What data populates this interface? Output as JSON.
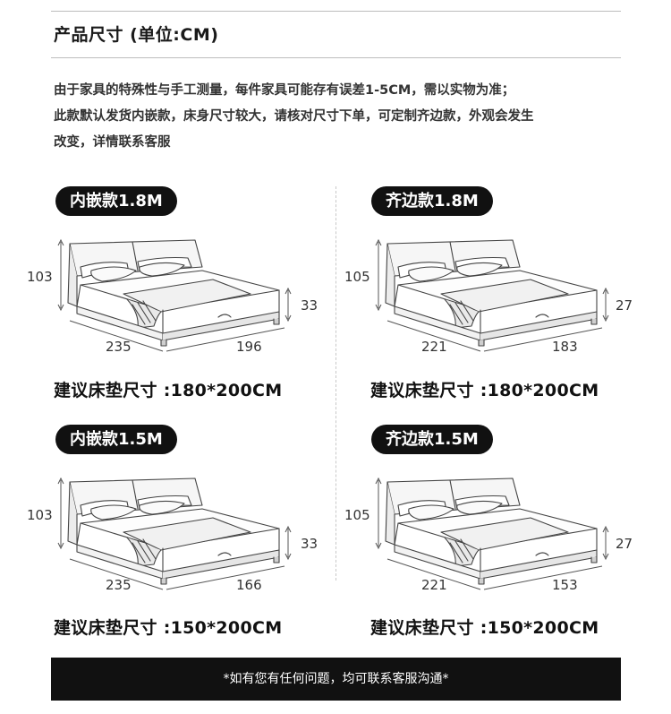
{
  "header": {
    "title": "产品尺寸 (单位:CM)"
  },
  "note": {
    "line1": "由于家具的特殊性与手工测量，每件家具可能存有误差1-5CM，需以实物为准；",
    "line2": "此款默认发货内嵌款，床身尺寸较大，请核对尺寸下单，可定制齐边款，外观会发生",
    "line3": "改变，详情联系客服"
  },
  "products": [
    {
      "tag": "内嵌款1.8M",
      "height": "103",
      "side": "33",
      "length": "235",
      "width": "196",
      "mattress": "建议床垫尺寸 :180*200CM"
    },
    {
      "tag": "齐边款1.8M",
      "height": "105",
      "side": "27",
      "length": "221",
      "width": "183",
      "mattress": "建议床垫尺寸 :180*200CM"
    },
    {
      "tag": "内嵌款1.5M",
      "height": "103",
      "side": "33",
      "length": "235",
      "width": "166",
      "mattress": "建议床垫尺寸 :150*200CM"
    },
    {
      "tag": "齐边款1.5M",
      "height": "105",
      "side": "27",
      "length": "221",
      "width": "153",
      "mattress": "建议床垫尺寸 :150*200CM"
    }
  ],
  "footer": {
    "text": "*如有您有任何问题，均可联系客服沟通*"
  }
}
